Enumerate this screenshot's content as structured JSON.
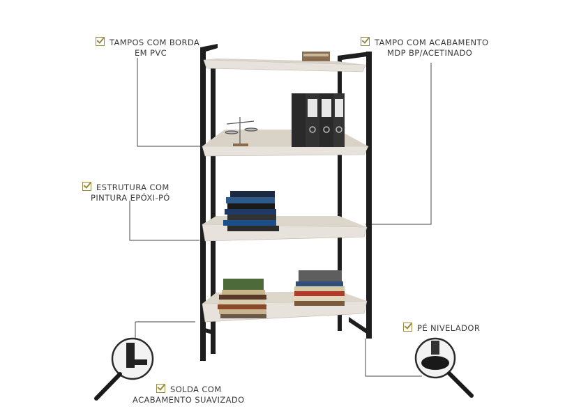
{
  "callouts": {
    "tampos_borda": {
      "line1": "TAMPOS COM BORDA",
      "line2": "EM PVC"
    },
    "tampo_acabamento": {
      "line1": "TAMPO COM ACABAMENTO",
      "line2": "MDP BP/ACETINADO"
    },
    "estrutura": {
      "line1": "ESTRUTURA COM",
      "line2": "PINTURA EPÓXI-PÓ"
    },
    "pe_nivelador": {
      "line1": "PÉ NIVELADOR"
    },
    "solda": {
      "line1": "SOLDA COM",
      "line2": "ACABAMENTO SUAVIZADO"
    }
  },
  "colors": {
    "frame": "#1e1e1e",
    "shelf": "#e4e0d8",
    "check": "#9a8a3c",
    "text": "#3a3a3a"
  }
}
